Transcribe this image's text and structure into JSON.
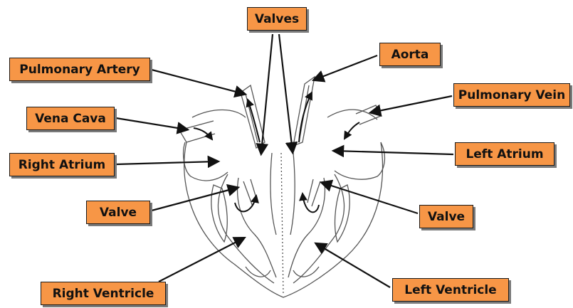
{
  "labels": {
    "valves": "Valves",
    "aorta": "Aorta",
    "pulmonary_artery": "Pulmonary Artery",
    "pulmonary_vein": "Pulmonary Vein",
    "vena_cava": "Vena Cava",
    "right_atrium": "Right Atrium",
    "left_atrium": "Left Atrium",
    "valve_left_side": "Valve",
    "valve_right_side": "Valve",
    "right_ventricle": "Right Ventricle",
    "left_ventricle": "Left Ventricle"
  },
  "colors": {
    "label_fill": "#f79646",
    "outline": "#555555",
    "arrow": "#111111"
  }
}
